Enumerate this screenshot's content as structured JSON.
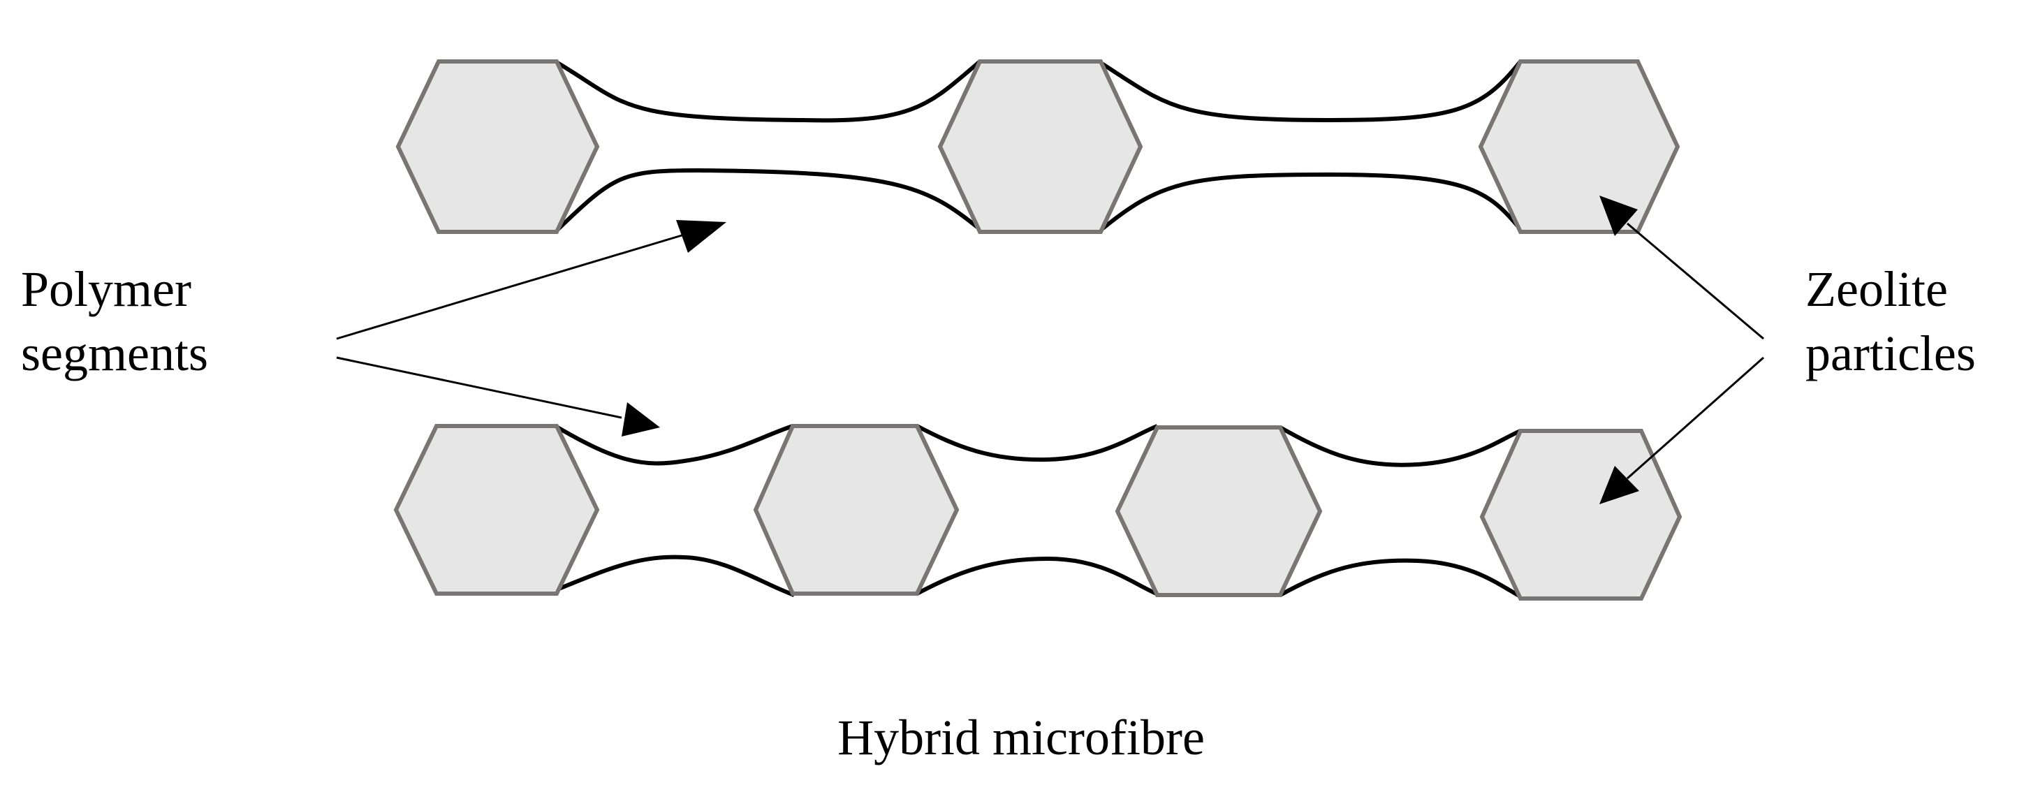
{
  "labels": {
    "polymer_line1": "Polymer",
    "polymer_line2": "segments",
    "zeolite_line1": "Zeolite",
    "zeolite_line2": "particles",
    "caption": "Hybrid microfibre"
  },
  "colors": {
    "hexagon_fill": "#e6e6e6",
    "hexagon_stroke": "#7a7575",
    "polymer_stroke": "#000000",
    "arrow": "#000000",
    "text": "#000000"
  }
}
